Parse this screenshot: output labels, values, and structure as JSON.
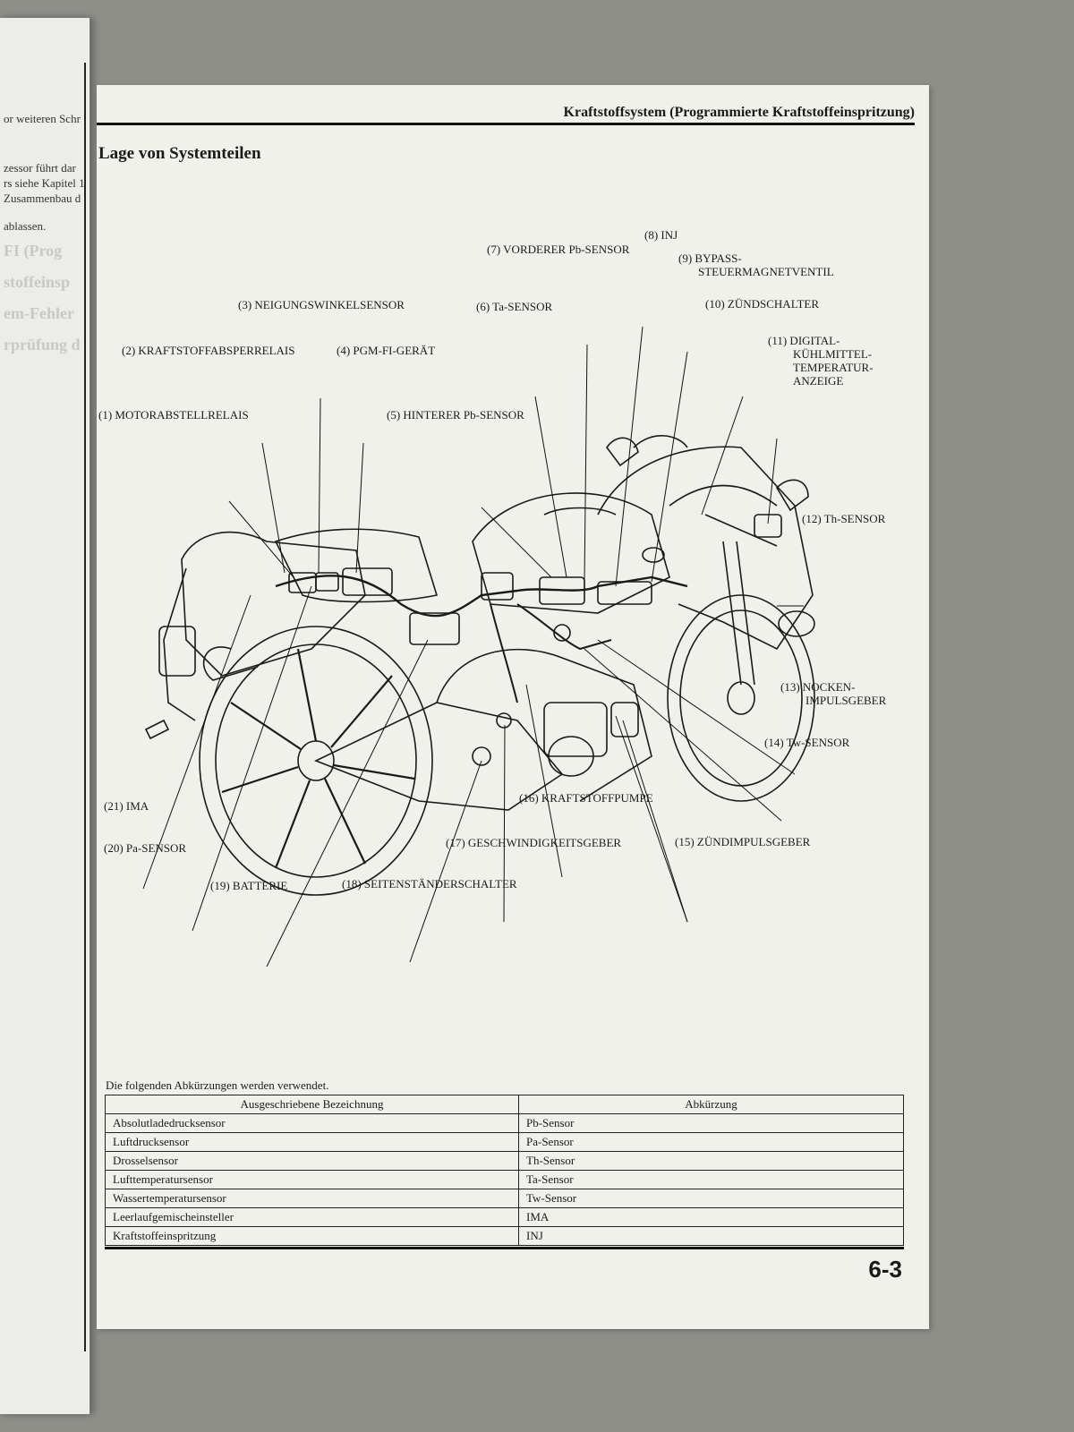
{
  "left_page": {
    "fragments": [
      "or weiteren Schr",
      "zessor führt dar",
      "rs siehe Kapitel 1",
      "Zusammenbau d",
      "ablassen."
    ],
    "ghost": [
      "FI (Prog",
      "stoffeinsp",
      "em-Fehler",
      "rprüfung d"
    ]
  },
  "header": {
    "title": "Kraftstoffsystem (Programmierte Kraftstoffeinspritzung)"
  },
  "section": {
    "title": "Lage von Systemteilen"
  },
  "callouts": {
    "c1": "(1) MOTORABSTELLRELAIS",
    "c2": "(2) KRAFTSTOFFABSPERRELAIS",
    "c3": "(3) NEIGUNGSWINKELSENSOR",
    "c4": "(4) PGM-FI-GERÄT",
    "c5": "(5) HINTERER Pb-SENSOR",
    "c6": "(6) Ta-SENSOR",
    "c7": "(7) VORDERER Pb-SENSOR",
    "c8": "(8) INJ",
    "c9a": "(9) BYPASS-",
    "c9b": "STEUERMAGNETVENTIL",
    "c10": "(10) ZÜNDSCHALTER",
    "c11a": "(11) DIGITAL-",
    "c11b": "KÜHLMITTEL-",
    "c11c": "TEMPERATUR-",
    "c11d": "ANZEIGE",
    "c12": "(12) Th-SENSOR",
    "c13a": "(13) NOCKEN-",
    "c13b": "IMPULSGEBER",
    "c14": "(14) Tw-SENSOR",
    "c15": "(15) ZÜNDIMPULSGEBER",
    "c16": "(16) KRAFTSTOFFPUMPE",
    "c17": "(17) GESCHWINDIGKEITSGEBER",
    "c18": "(18) SEITENSTÄNDERSCHALTER",
    "c19": "(19) BATTERIE",
    "c20": "(20) Pa-SENSOR",
    "c21": "(21) IMA"
  },
  "table": {
    "caption": "Die folgenden Abkürzungen werden verwendet.",
    "headers": [
      "Ausgeschriebene Bezeichnung",
      "Abkürzung"
    ],
    "rows": [
      [
        "Absolutladedrucksensor",
        "Pb-Sensor"
      ],
      [
        "Luftdrucksensor",
        "Pa-Sensor"
      ],
      [
        "Drosselsensor",
        "Th-Sensor"
      ],
      [
        "Lufttemperatursensor",
        "Ta-Sensor"
      ],
      [
        "Wassertemperatursensor",
        "Tw-Sensor"
      ],
      [
        "Leerlaufgemischeinsteller",
        "IMA"
      ],
      [
        "Kraftstoffeinspritzung",
        "INJ"
      ]
    ]
  },
  "footer": {
    "page_number": "6-3"
  }
}
